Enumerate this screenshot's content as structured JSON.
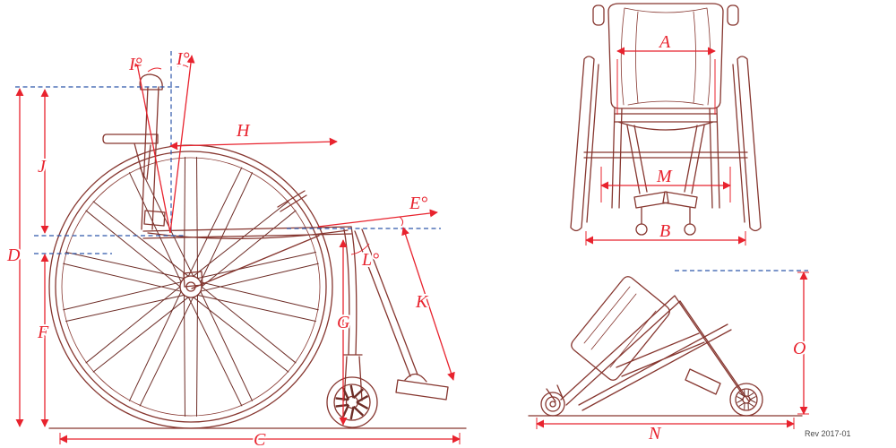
{
  "revision": "Rev 2017-01",
  "colors": {
    "drawing_line": "#86362f",
    "dimension_line": "#e8232e",
    "reference_line": "#2f58ab",
    "background": "#ffffff"
  },
  "labels": {
    "side": {
      "D": "D",
      "J": "J",
      "F": "F",
      "C": "C",
      "H": "H",
      "G": "G",
      "K": "K",
      "E": "E°",
      "L": "L°",
      "I_left": "I°",
      "I_right": "I°"
    },
    "front": {
      "A": "A",
      "M": "M",
      "B": "B"
    },
    "tilt": {
      "O": "O",
      "N": "N"
    }
  }
}
